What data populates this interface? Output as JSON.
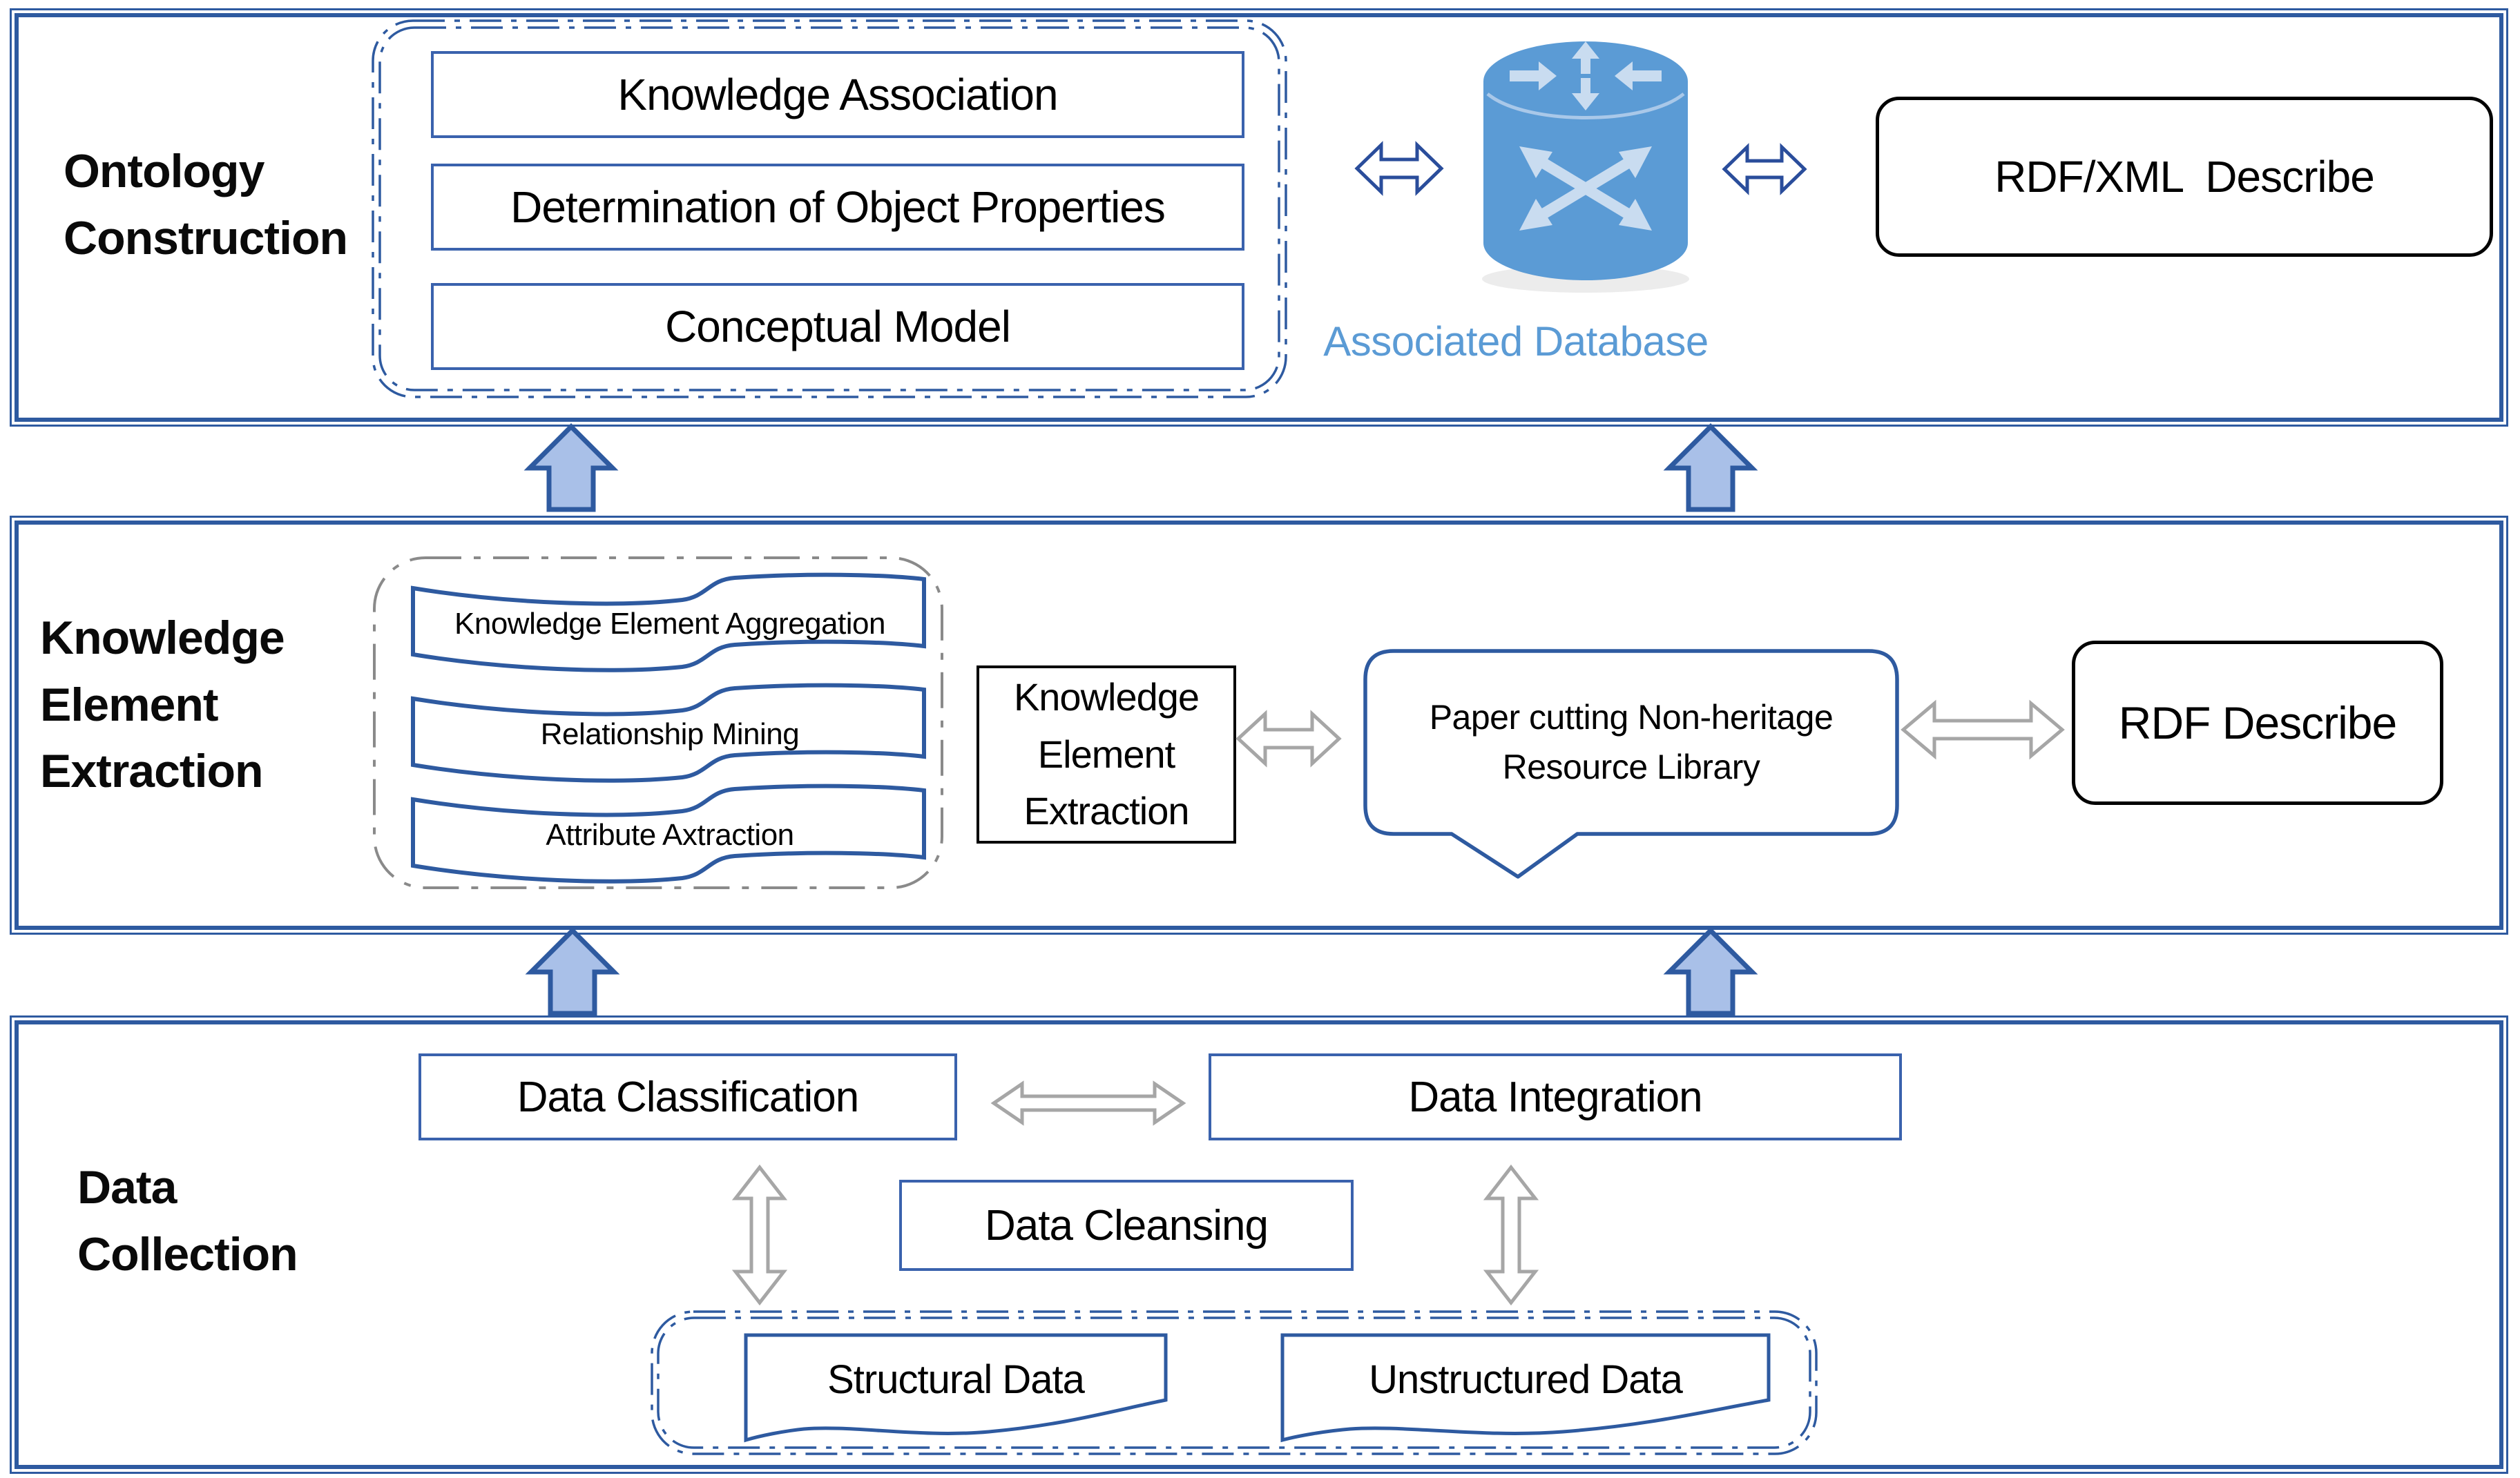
{
  "colors": {
    "frame_blue": "#2e5aa0",
    "box_border_blue": "#3a62ad",
    "up_arrow_fill": "#a9c0e8",
    "gray_arrow": "#a6a6a6",
    "gray_container": "#8a8a8a",
    "database_blue": "#5b9bd5",
    "database_light": "#c9dcf0",
    "black": "#000000"
  },
  "layers": {
    "ontology": {
      "label": "Ontology Construction",
      "steps": [
        "Knowledge Association",
        "Determination of Object Properties",
        "Conceptual Model"
      ],
      "database_label": "Associated Database",
      "describe_box": "RDF/XML  Describe"
    },
    "knowledge": {
      "label": "Knowledge Element Extraction",
      "waves": [
        "Knowledge Element Aggregation",
        "Relationship Mining",
        "Attribute Axtraction"
      ],
      "extraction_box": "Knowledge Element Extraction",
      "library_bubble": "Paper cutting Non-heritage Resource Library",
      "describe_box": "RDF Describe"
    },
    "data": {
      "label": "Data Collection",
      "classification_box": "Data Classification",
      "integration_box": "Data Integration",
      "cleansing_box": "Data Cleansing",
      "structural_box": "Structural Data",
      "unstructured_box": "Unstructured Data"
    }
  }
}
